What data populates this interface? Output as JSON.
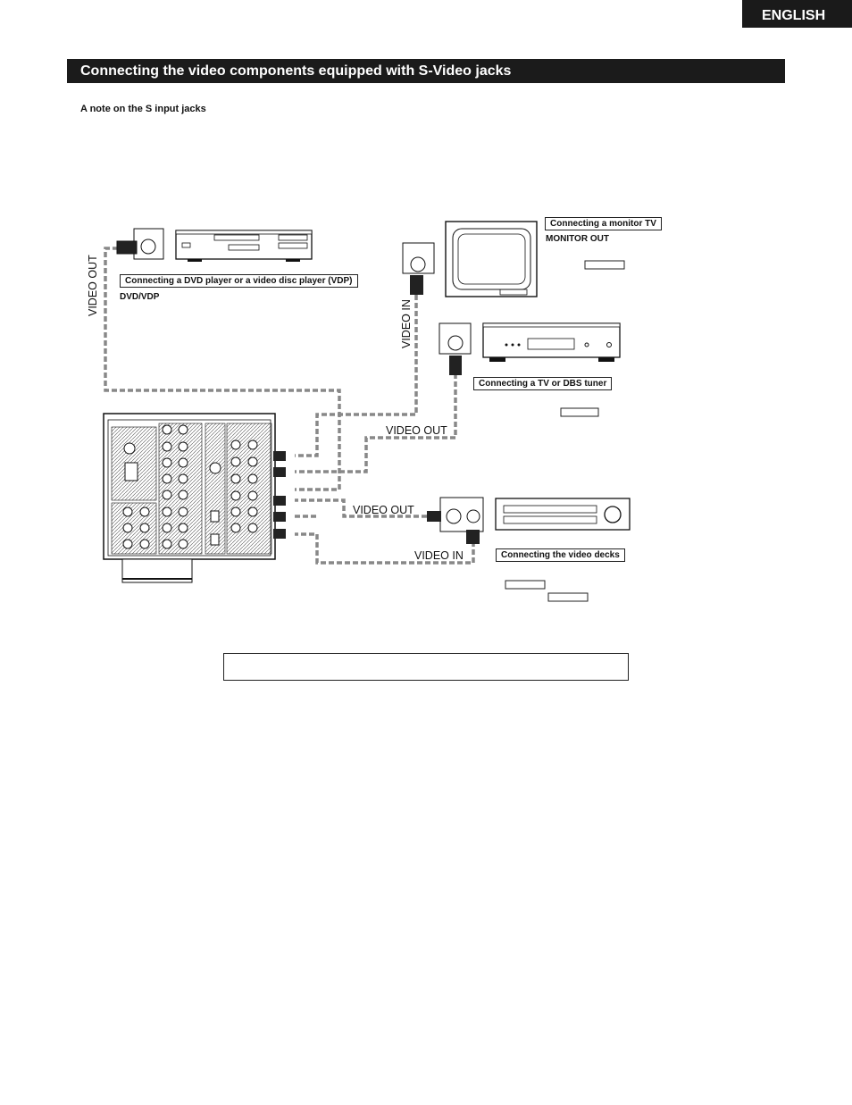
{
  "header": {
    "language": "ENGLISH"
  },
  "section": {
    "title": "Connecting the video components equipped with S-Video jacks",
    "note_heading": "A note on the S input jacks"
  },
  "diagram": {
    "dvd": {
      "heading": "Connecting a DVD player or a video disc player (VDP)",
      "device": "DVD/VDP",
      "jack_label": "VIDEO OUT"
    },
    "monitor": {
      "heading": "Connecting a monitor TV",
      "output": "MONITOR OUT",
      "jack_label": "VIDEO IN"
    },
    "tuner": {
      "heading": "Connecting a TV or DBS tuner",
      "jack_label": "VIDEO OUT"
    },
    "decks": {
      "heading": "Connecting the video decks",
      "out_label": "VIDEO OUT",
      "in_label": "VIDEO IN"
    }
  },
  "colors": {
    "bar": "#1b1b1b",
    "line": "#888888"
  }
}
